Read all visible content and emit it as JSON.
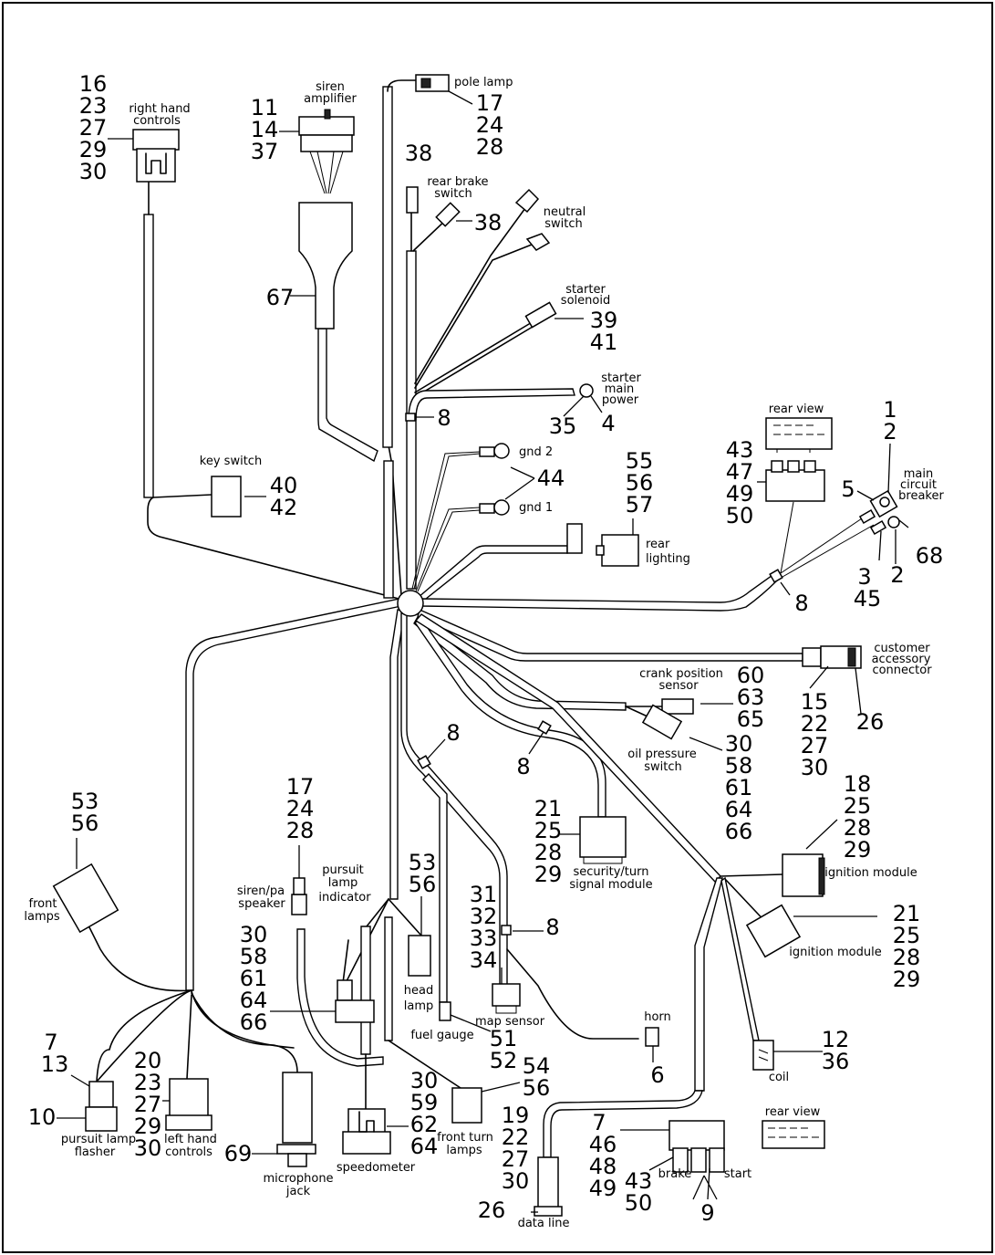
{
  "components": {
    "siren_amplifier": {
      "label": [
        "siren",
        "amplifier"
      ],
      "numbers": [
        "11",
        "14",
        "37"
      ]
    },
    "right_hand_controls": {
      "label": [
        "right hand",
        "controls"
      ],
      "numbers": [
        "16",
        "23",
        "27",
        "29",
        "30"
      ]
    },
    "pole_lamp": {
      "label": [
        "pole lamp"
      ],
      "numbers": [
        "17",
        "24",
        "28"
      ]
    },
    "rear_brake_switch": {
      "label": [
        "rear brake",
        "switch"
      ],
      "numbers": [
        "38",
        "38"
      ]
    },
    "neutral_switch": {
      "label": [
        "neutral",
        "switch"
      ]
    },
    "harness_67": {
      "numbers": [
        "67"
      ]
    },
    "starter_solenoid": {
      "label": [
        "starter",
        "solenoid"
      ],
      "numbers": [
        "39",
        "41"
      ]
    },
    "starter_main_power": {
      "label": [
        "starter",
        "main",
        "power"
      ],
      "numbers": [
        "35",
        "4"
      ]
    },
    "clip_top": {
      "numbers": [
        "8"
      ]
    },
    "key_switch": {
      "label": [
        "key switch"
      ],
      "numbers": [
        "40",
        "42"
      ]
    },
    "grounds": {
      "gnd2": "gnd 2",
      "gnd1": "gnd 1",
      "numbers": [
        "44"
      ]
    },
    "rear_lighting": {
      "label": [
        "rear",
        "lighting"
      ],
      "numbers": [
        "55",
        "56",
        "57"
      ]
    },
    "rear_view_top": {
      "label": [
        "rear view"
      ]
    },
    "relay_block_top": {
      "numbers": [
        "43",
        "47",
        "49",
        "50"
      ]
    },
    "main_circuit_breaker": {
      "label": [
        "main",
        "circuit",
        "breaker"
      ],
      "numbers": [
        "1",
        "2",
        "5",
        "3",
        "45",
        "2",
        "68",
        "8"
      ]
    },
    "customer_accessory_connector": {
      "label": [
        "customer",
        "accessory",
        "connector"
      ],
      "numbers": [
        "15",
        "22",
        "27",
        "30",
        "26"
      ]
    },
    "crank_position_sensor": {
      "label": [
        "crank position",
        "sensor"
      ],
      "numbers": [
        "60",
        "63",
        "65"
      ]
    },
    "oil_pressure_switch": {
      "label": [
        "oil pressure",
        "switch"
      ],
      "numbers": [
        "30",
        "58",
        "61",
        "64",
        "66"
      ]
    },
    "clips_middle": {
      "numbers": [
        "8",
        "8",
        "8"
      ]
    },
    "security_turn_signal_module": {
      "label": [
        "security/turn",
        "signal module"
      ],
      "numbers": [
        "21",
        "25",
        "28",
        "29"
      ]
    },
    "ignition_module_1": {
      "label": [
        "ignition module"
      ],
      "numbers": [
        "18",
        "25",
        "28",
        "29"
      ]
    },
    "ignition_module_2": {
      "label": [
        "ignition module"
      ],
      "numbers": [
        "21",
        "25",
        "28",
        "29"
      ]
    },
    "front_lamps": {
      "label": [
        "front",
        "lamps"
      ],
      "numbers": [
        "53",
        "56"
      ]
    },
    "siren_pa_speaker": {
      "label": [
        "siren/pa",
        "speaker"
      ],
      "numbers": [
        "17",
        "24",
        "28"
      ]
    },
    "pursuit_lamp_indicator": {
      "label": [
        "pursuit",
        "lamp",
        "indicator"
      ],
      "numbers": [
        "30",
        "58",
        "61",
        "64",
        "66"
      ]
    },
    "head_lamp": {
      "label": [
        "head",
        "lamp"
      ],
      "numbers": [
        "53",
        "56"
      ]
    },
    "map_sensor": {
      "label": [
        "map sensor"
      ],
      "numbers": [
        "31",
        "32",
        "33",
        "34"
      ]
    },
    "fuel_gauge": {
      "label": [
        "fuel gauge"
      ],
      "numbers": [
        "51",
        "52"
      ]
    },
    "horn": {
      "label": [
        "horn"
      ],
      "numbers": [
        "6"
      ]
    },
    "coil": {
      "label": [
        "coil"
      ],
      "numbers": [
        "12",
        "36"
      ]
    },
    "pursuit_lamp_flasher": {
      "label": [
        "pursuit lamp",
        "flasher"
      ],
      "numbers": [
        "7",
        "13",
        "10"
      ]
    },
    "left_hand_controls": {
      "label": [
        "left hand",
        "controls"
      ],
      "numbers": [
        "20",
        "23",
        "27",
        "29",
        "30"
      ]
    },
    "microphone_jack": {
      "label": [
        "microphone",
        "jack"
      ],
      "numbers": [
        "69"
      ]
    },
    "speedometer": {
      "label": [
        "speedometer"
      ],
      "numbers": [
        "30",
        "59",
        "62",
        "64"
      ]
    },
    "front_turn_lamps": {
      "label": [
        "front turn",
        "lamps"
      ],
      "numbers": [
        "54",
        "56"
      ]
    },
    "data_line": {
      "label": [
        "data line"
      ],
      "numbers": [
        "19",
        "22",
        "27",
        "30",
        "26"
      ]
    },
    "relay_block_bottom": {
      "numbers": [
        "7",
        "46",
        "48",
        "49",
        "43",
        "50",
        "9"
      ],
      "brake": "brake",
      "start": "start"
    },
    "rear_view_bottom": {
      "label": [
        "rear view"
      ]
    }
  }
}
